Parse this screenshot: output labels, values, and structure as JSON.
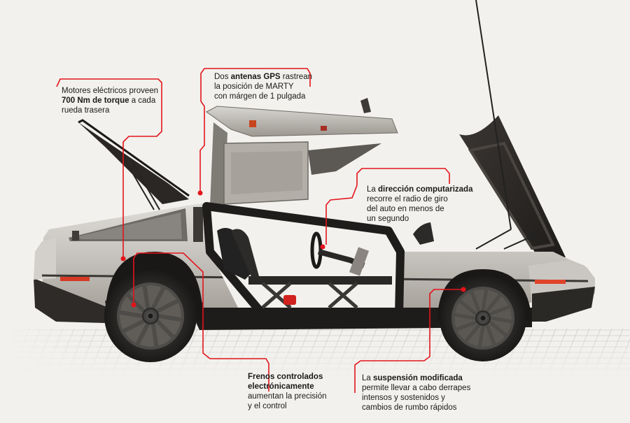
{
  "figure": {
    "subject": "DeLorean eléctrico autónomo (MARTY)",
    "accent_color": "#e3141b",
    "background_color": "#f2f1ed"
  },
  "callouts": [
    {
      "id": "motors",
      "lines": [
        {
          "parts": [
            {
              "text": "Motores eléctricos proveen",
              "bold": false
            }
          ]
        },
        {
          "parts": [
            {
              "text": "700 Nm de torque",
              "bold": true
            },
            {
              "text": " a cada",
              "bold": false
            }
          ]
        },
        {
          "parts": [
            {
              "text": "rueda trasera",
              "bold": false
            }
          ]
        }
      ]
    },
    {
      "id": "gps",
      "lines": [
        {
          "parts": [
            {
              "text": "Dos ",
              "bold": false
            },
            {
              "text": "antenas GPS",
              "bold": true
            },
            {
              "text": " rastrean",
              "bold": false
            }
          ]
        },
        {
          "parts": [
            {
              "text": "la posición de MARTY",
              "bold": false
            }
          ]
        },
        {
          "parts": [
            {
              "text": "con márgen de 1 pulgada",
              "bold": false
            }
          ]
        }
      ]
    },
    {
      "id": "steering",
      "lines": [
        {
          "parts": [
            {
              "text": "La ",
              "bold": false
            },
            {
              "text": "dirección computarizada",
              "bold": true
            }
          ]
        },
        {
          "parts": [
            {
              "text": "recorre el radio de giro",
              "bold": false
            }
          ]
        },
        {
          "parts": [
            {
              "text": "del auto en menos de",
              "bold": false
            }
          ]
        },
        {
          "parts": [
            {
              "text": "un segundo",
              "bold": false
            }
          ]
        }
      ]
    },
    {
      "id": "brakes",
      "lines": [
        {
          "parts": [
            {
              "text": "Frenos controlados",
              "bold": true
            }
          ]
        },
        {
          "parts": [
            {
              "text": "electrónicamente",
              "bold": true
            }
          ]
        },
        {
          "parts": [
            {
              "text": "aumentan la precisión",
              "bold": false
            }
          ]
        },
        {
          "parts": [
            {
              "text": "y el control",
              "bold": false
            }
          ]
        }
      ]
    },
    {
      "id": "suspension",
      "lines": [
        {
          "parts": [
            {
              "text": "La ",
              "bold": false
            },
            {
              "text": "suspensión modificada",
              "bold": true
            }
          ]
        },
        {
          "parts": [
            {
              "text": "permite llevar a cabo derrapes",
              "bold": false
            }
          ]
        },
        {
          "parts": [
            {
              "text": "intensos y sostenidos y",
              "bold": false
            }
          ]
        },
        {
          "parts": [
            {
              "text": "cambios de rumbo rápidos",
              "bold": false
            }
          ]
        }
      ]
    }
  ]
}
